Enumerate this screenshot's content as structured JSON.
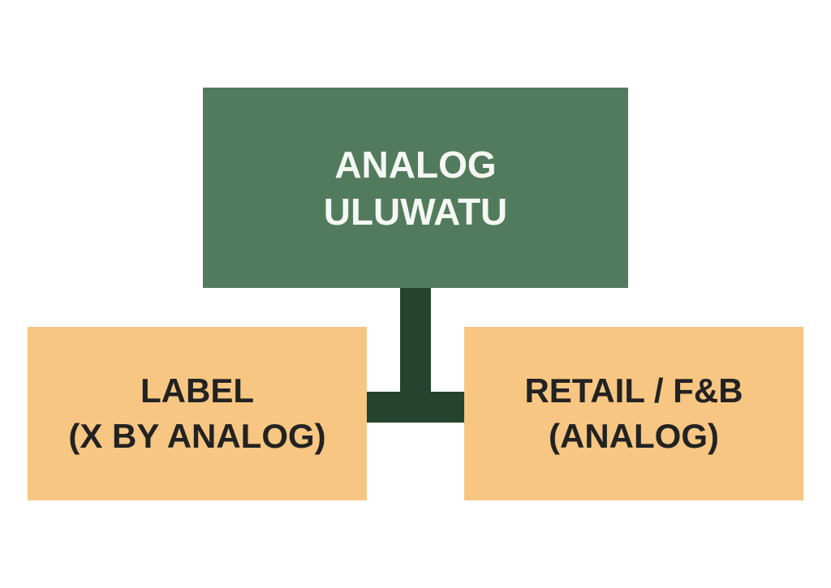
{
  "diagram": {
    "root": {
      "lines": [
        "ANALOG",
        "ULUWATU"
      ],
      "color": "#527b5d",
      "text_color": "#f4f7f3"
    },
    "children": [
      {
        "lines": [
          "LABEL",
          "(X BY ANALOG)"
        ],
        "color": "#f6c682",
        "text_color": "#222222"
      },
      {
        "lines": [
          "RETAIL / F&B",
          "(ANALOG)"
        ],
        "color": "#f6c682",
        "text_color": "#222222"
      }
    ],
    "connector_color": "#244430"
  }
}
